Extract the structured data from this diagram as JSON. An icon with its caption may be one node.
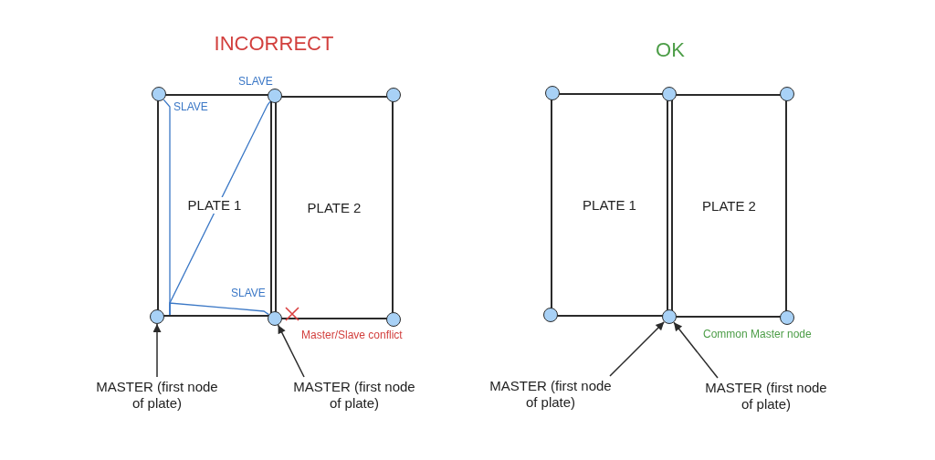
{
  "diagram": {
    "nodes": [
      {
        "text": [
          "PLATE 1"
        ]
      },
      {
        "text": [
          "PLATE 2"
        ]
      },
      {
        "text": [
          "PLATE 1"
        ]
      },
      {
        "text": [
          "PLATE 2"
        ]
      },
      {
        "text": [],
        "shape": "circle"
      },
      {
        "text": [],
        "shape": "circle"
      },
      {
        "text": [],
        "shape": "circle"
      },
      {
        "text": [],
        "shape": "circle"
      },
      {
        "text": [],
        "shape": "circle"
      },
      {
        "text": [],
        "shape": "circle"
      },
      {
        "text": [],
        "shape": "circle"
      },
      {
        "text": [],
        "shape": "circle"
      },
      {
        "text": [],
        "shape": "circle"
      },
      {
        "text": [],
        "shape": "circle"
      },
      {
        "text": [],
        "shape": "circle"
      },
      {
        "text": [],
        "shape": "circle"
      },
      {
        "text": [
          "MASTER (first node of plate)"
        ]
      },
      {
        "text": [
          "MASTER (first node of plate)"
        ]
      },
      {
        "text": [
          "MASTER (first node of plate)"
        ]
      },
      {
        "text": [
          "MASTER (first node of plate)"
        ]
      }
    ],
    "edges": [
      {
        "from": 0,
        "to": 4,
        "arrow": "none",
        "color": "#3b78c6"
      },
      {
        "from": 0,
        "to": 5,
        "arrow": "none",
        "color": "#3b78c6"
      },
      {
        "from": 0,
        "to": 8,
        "arrow": "none",
        "color": "#3b78c6"
      },
      {
        "from": 16,
        "to": 7,
        "arrow": "to"
      },
      {
        "from": 17,
        "to": 8,
        "arrow": "to"
      },
      {
        "from": 18,
        "to": 14,
        "arrow": "to"
      },
      {
        "from": 19,
        "to": 14,
        "arrow": "to"
      }
    ],
    "labels": [
      "INCORRECT",
      "OK",
      "SLAVE",
      "SLAVE",
      "SLAVE",
      "Master/Slave conflict",
      "Common Master node"
    ]
  }
}
